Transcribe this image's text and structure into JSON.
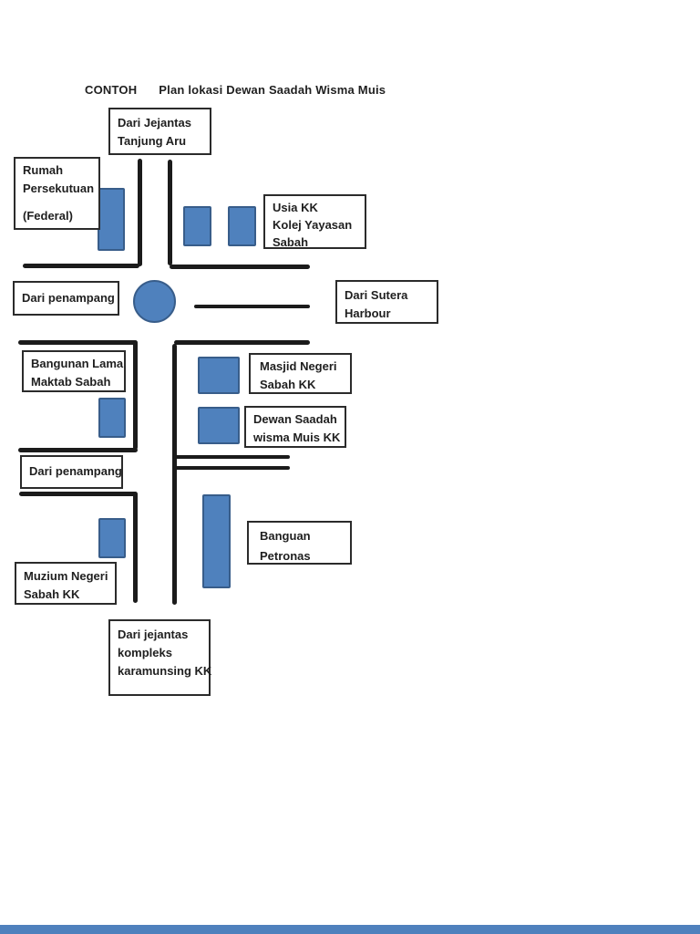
{
  "title": {
    "prefix": "CONTOH",
    "text": "Plan lokasi Dewan Saadah Wisma Muis"
  },
  "labels": {
    "tanjung_aru": {
      "lines": [
        "Dari Jejantas",
        "Tanjung Aru"
      ]
    },
    "rumah_persekutuan": {
      "lines": [
        "Rumah",
        "Persekutuan",
        "(Federal)"
      ]
    },
    "usia_kk": {
      "lines": [
        "Usia KK",
        "Kolej Yayasan",
        "Sabah"
      ]
    },
    "dari_penampang_1": {
      "lines": [
        "Dari penampang"
      ]
    },
    "dari_sutera": {
      "lines": [
        "Dari Sutera",
        "Harbour"
      ]
    },
    "bangunan_lama": {
      "lines": [
        "Bangunan Lama",
        "Maktab Sabah"
      ]
    },
    "masjid_negeri": {
      "lines": [
        "Masjid Negeri",
        "Sabah KK"
      ]
    },
    "dewan_saadah": {
      "lines": [
        "Dewan Saadah",
        "wisma Muis KK"
      ]
    },
    "dari_penampang_2": {
      "lines": [
        "Dari penampang"
      ]
    },
    "muzium_negeri": {
      "lines": [
        "Muzium Negeri",
        "Sabah KK"
      ]
    },
    "banguan_petronas": {
      "lines": [
        "Banguan",
        "Petronas"
      ]
    },
    "dari_jejantas_kompleks": {
      "lines": [
        "Dari jejantas",
        "kompleks",
        "karamunsing KK"
      ]
    }
  },
  "colors": {
    "building_fill": "#4f81bd",
    "building_border": "#385d8a",
    "road": "#1b1b1b",
    "box_border": "#2b2b2b",
    "text": "#1f1f1f",
    "bottom_bar": "#4f81bd"
  }
}
